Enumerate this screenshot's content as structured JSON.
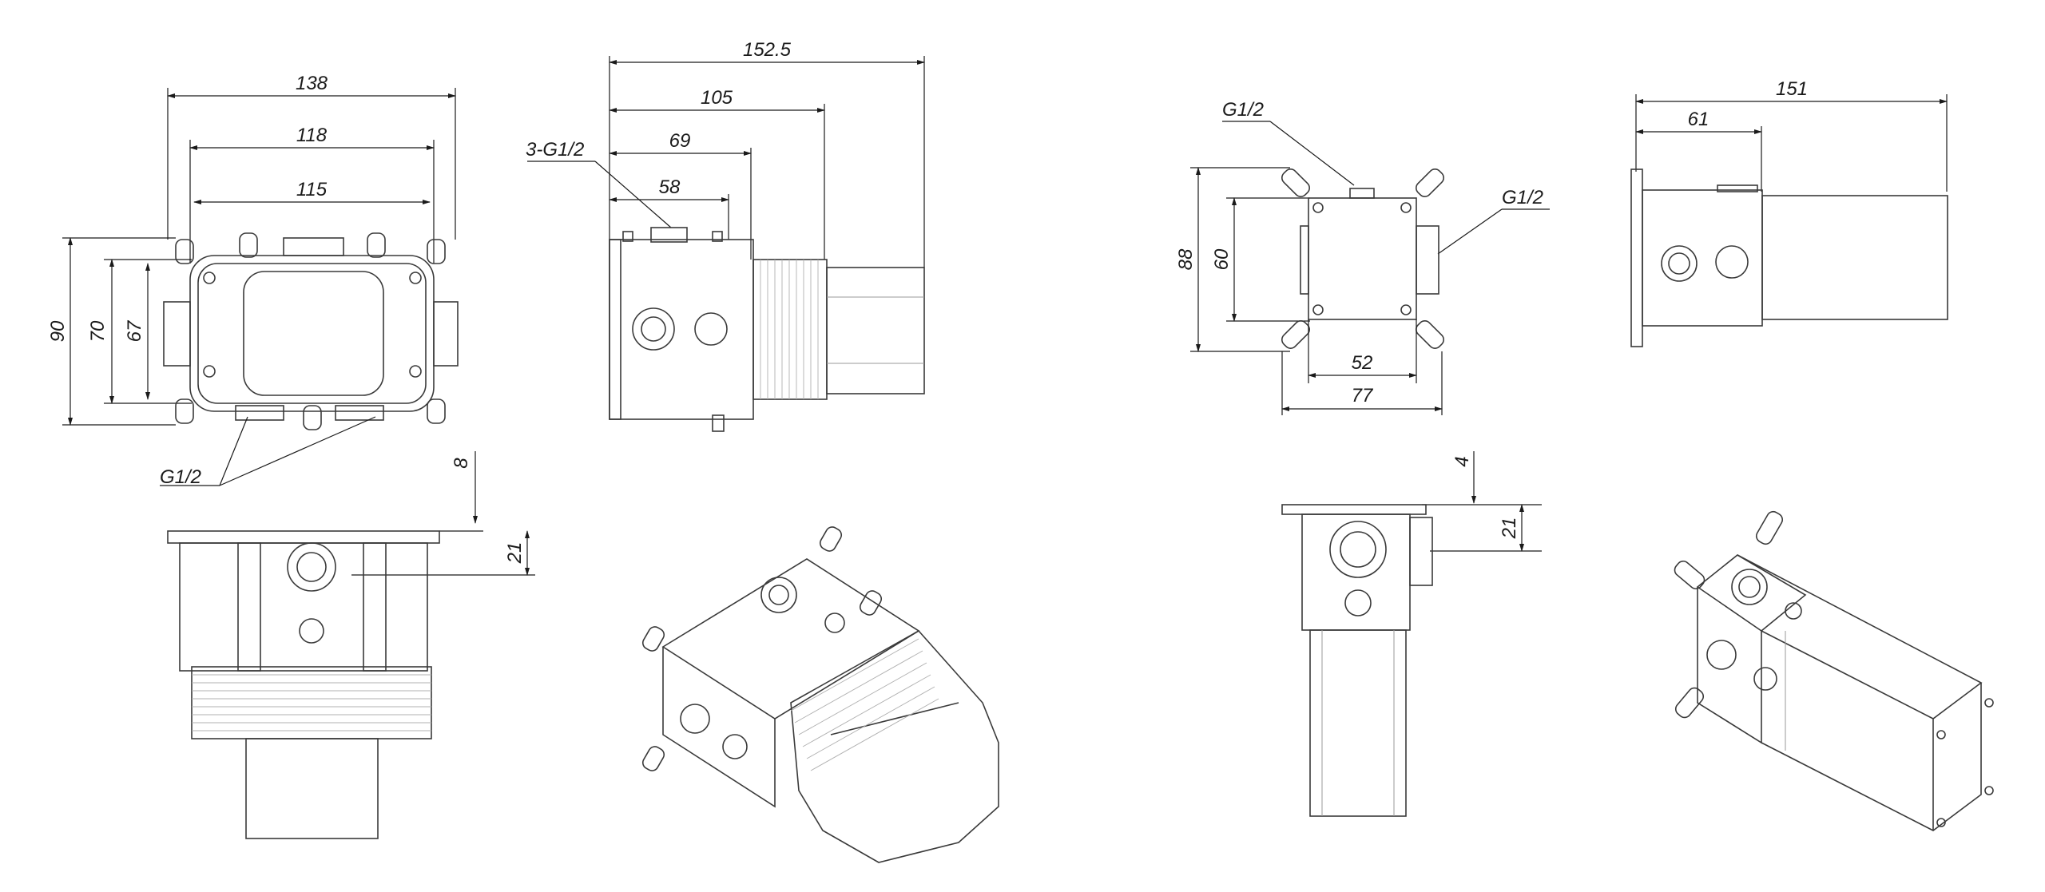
{
  "mixer": {
    "front": {
      "dims": {
        "w138": "138",
        "w118": "118",
        "w115": "115",
        "h90": "90",
        "h70": "70",
        "h67": "67"
      },
      "thread_label": "G1/2"
    },
    "side": {
      "dims": {
        "d1525": "152.5",
        "d105": "105",
        "d69": "69",
        "d58": "58"
      },
      "thread_label": "3-G1/2"
    },
    "top": {
      "dims": {
        "d8": "8",
        "d21": "21"
      }
    }
  },
  "spout": {
    "front": {
      "dims": {
        "h88": "88",
        "h60": "60",
        "w52": "52",
        "w77": "77"
      },
      "thread_top": "G1/2",
      "thread_right": "G1/2"
    },
    "side": {
      "dims": {
        "d151": "151",
        "d61": "61"
      }
    },
    "top": {
      "dims": {
        "d4": "4",
        "d21": "21"
      }
    }
  }
}
